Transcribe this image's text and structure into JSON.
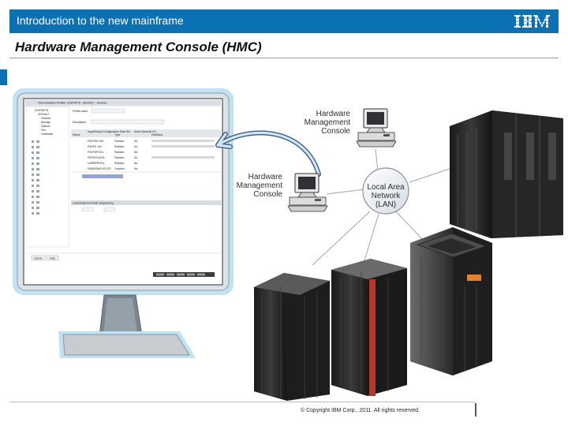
{
  "header": {
    "course_title": "Introduction to the new mainframe",
    "logo_text": "IBM",
    "accent_color": "#0a71b4"
  },
  "slide": {
    "title": "Hardware Management Console (HMC)"
  },
  "diagram": {
    "hmc_label_top": [
      "Hardware",
      "Management",
      "Console"
    ],
    "hmc_label_left": [
      "Hardware",
      "Management",
      "Console"
    ],
    "lan_label": [
      "Local Area",
      "Network",
      "(LAN)"
    ],
    "screen": {
      "window_title": "View Activation Profiles: DXEFAP76 : DEFAULT : General",
      "tree_items": [
        "DXEFAP76",
        "DEFAULT",
        "General",
        "Storage",
        "Options",
        "Vfm",
        "Certificate"
      ],
      "profile_label": "Profile name:",
      "description_label": "Description:",
      "table_headers": [
        "Select",
        "Input/Output Configuration Data Set",
        "Type",
        "Allow Dynamic I/O",
        "Partitions"
      ],
      "table_rows": [
        [
          "PXEFED 10E",
          "Partition",
          "No"
        ],
        [
          "PXEFD 140",
          "Partition",
          "No"
        ],
        [
          "PXEFEPOOL",
          "Partition",
          "No"
        ],
        [
          "PSF/ECLAON",
          "Partition",
          "No"
        ],
        [
          "USERPROFIL",
          "Partition",
          "No"
        ],
        [
          "UNKNOWN IOCDS",
          "Coupled",
          "No"
        ]
      ],
      "section_label": "Load Delay for Power Sequencing",
      "buttons": [
        "Cancel",
        "Help"
      ]
    }
  },
  "footer": {
    "copyright": "© Copyright IBM Corp., 2011. All rights reserved."
  }
}
